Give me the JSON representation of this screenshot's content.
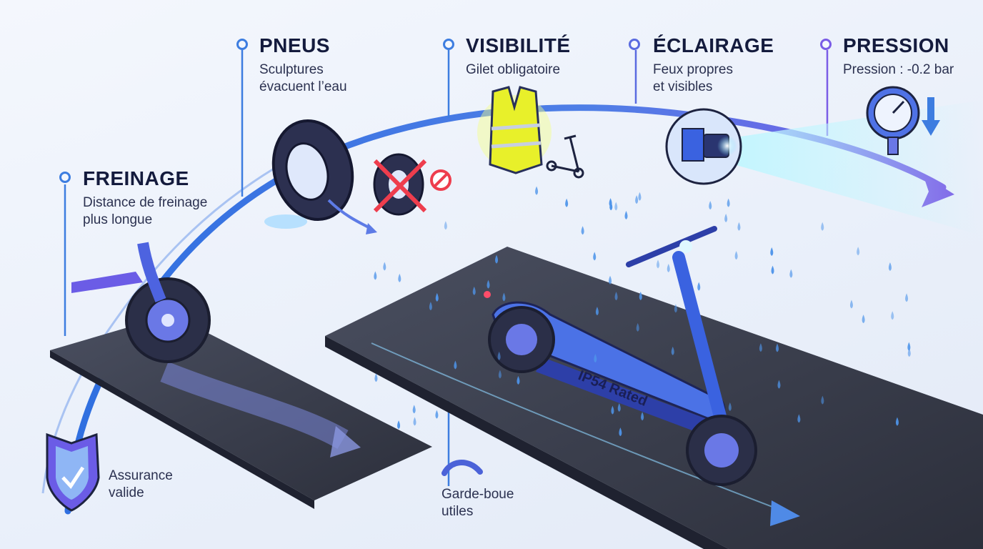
{
  "sections": {
    "freinage": {
      "title": "FREINAGE",
      "line1": "Distance de freinage",
      "line2": "plus longue"
    },
    "pneus": {
      "title": "PNEUS",
      "line1": "Sculptures",
      "line2": "évacuent l’eau"
    },
    "visibilite": {
      "title": "VISIBILITÉ",
      "line1": "Gilet obligatoire"
    },
    "eclairage": {
      "title": "ÉCLAIRAGE",
      "line1": "Feux propres",
      "line2": "et visibles"
    },
    "pression": {
      "title": "PRESSION",
      "line1": "Pression : -0.2 bar"
    }
  },
  "assurance": {
    "line1": "Assurance",
    "line2": "valide"
  },
  "garde_boue": {
    "line1": "Garde-boue",
    "line2": "utiles"
  },
  "scooter_badge": "IP54 Rated",
  "colors": {
    "arc_blue": "#3d7de0",
    "arc_purple": "#7a5ce6",
    "vest_yellow": "#e8f02a",
    "road": "#3a3e4c"
  },
  "icons": [
    "shield-check-icon",
    "tire-icon",
    "crossed-tire-icon",
    "no-entry-icon",
    "safety-vest-icon",
    "scooter-icon",
    "headlight-icon",
    "pressure-gauge-icon",
    "down-arrow-icon",
    "mudguard-icon"
  ]
}
